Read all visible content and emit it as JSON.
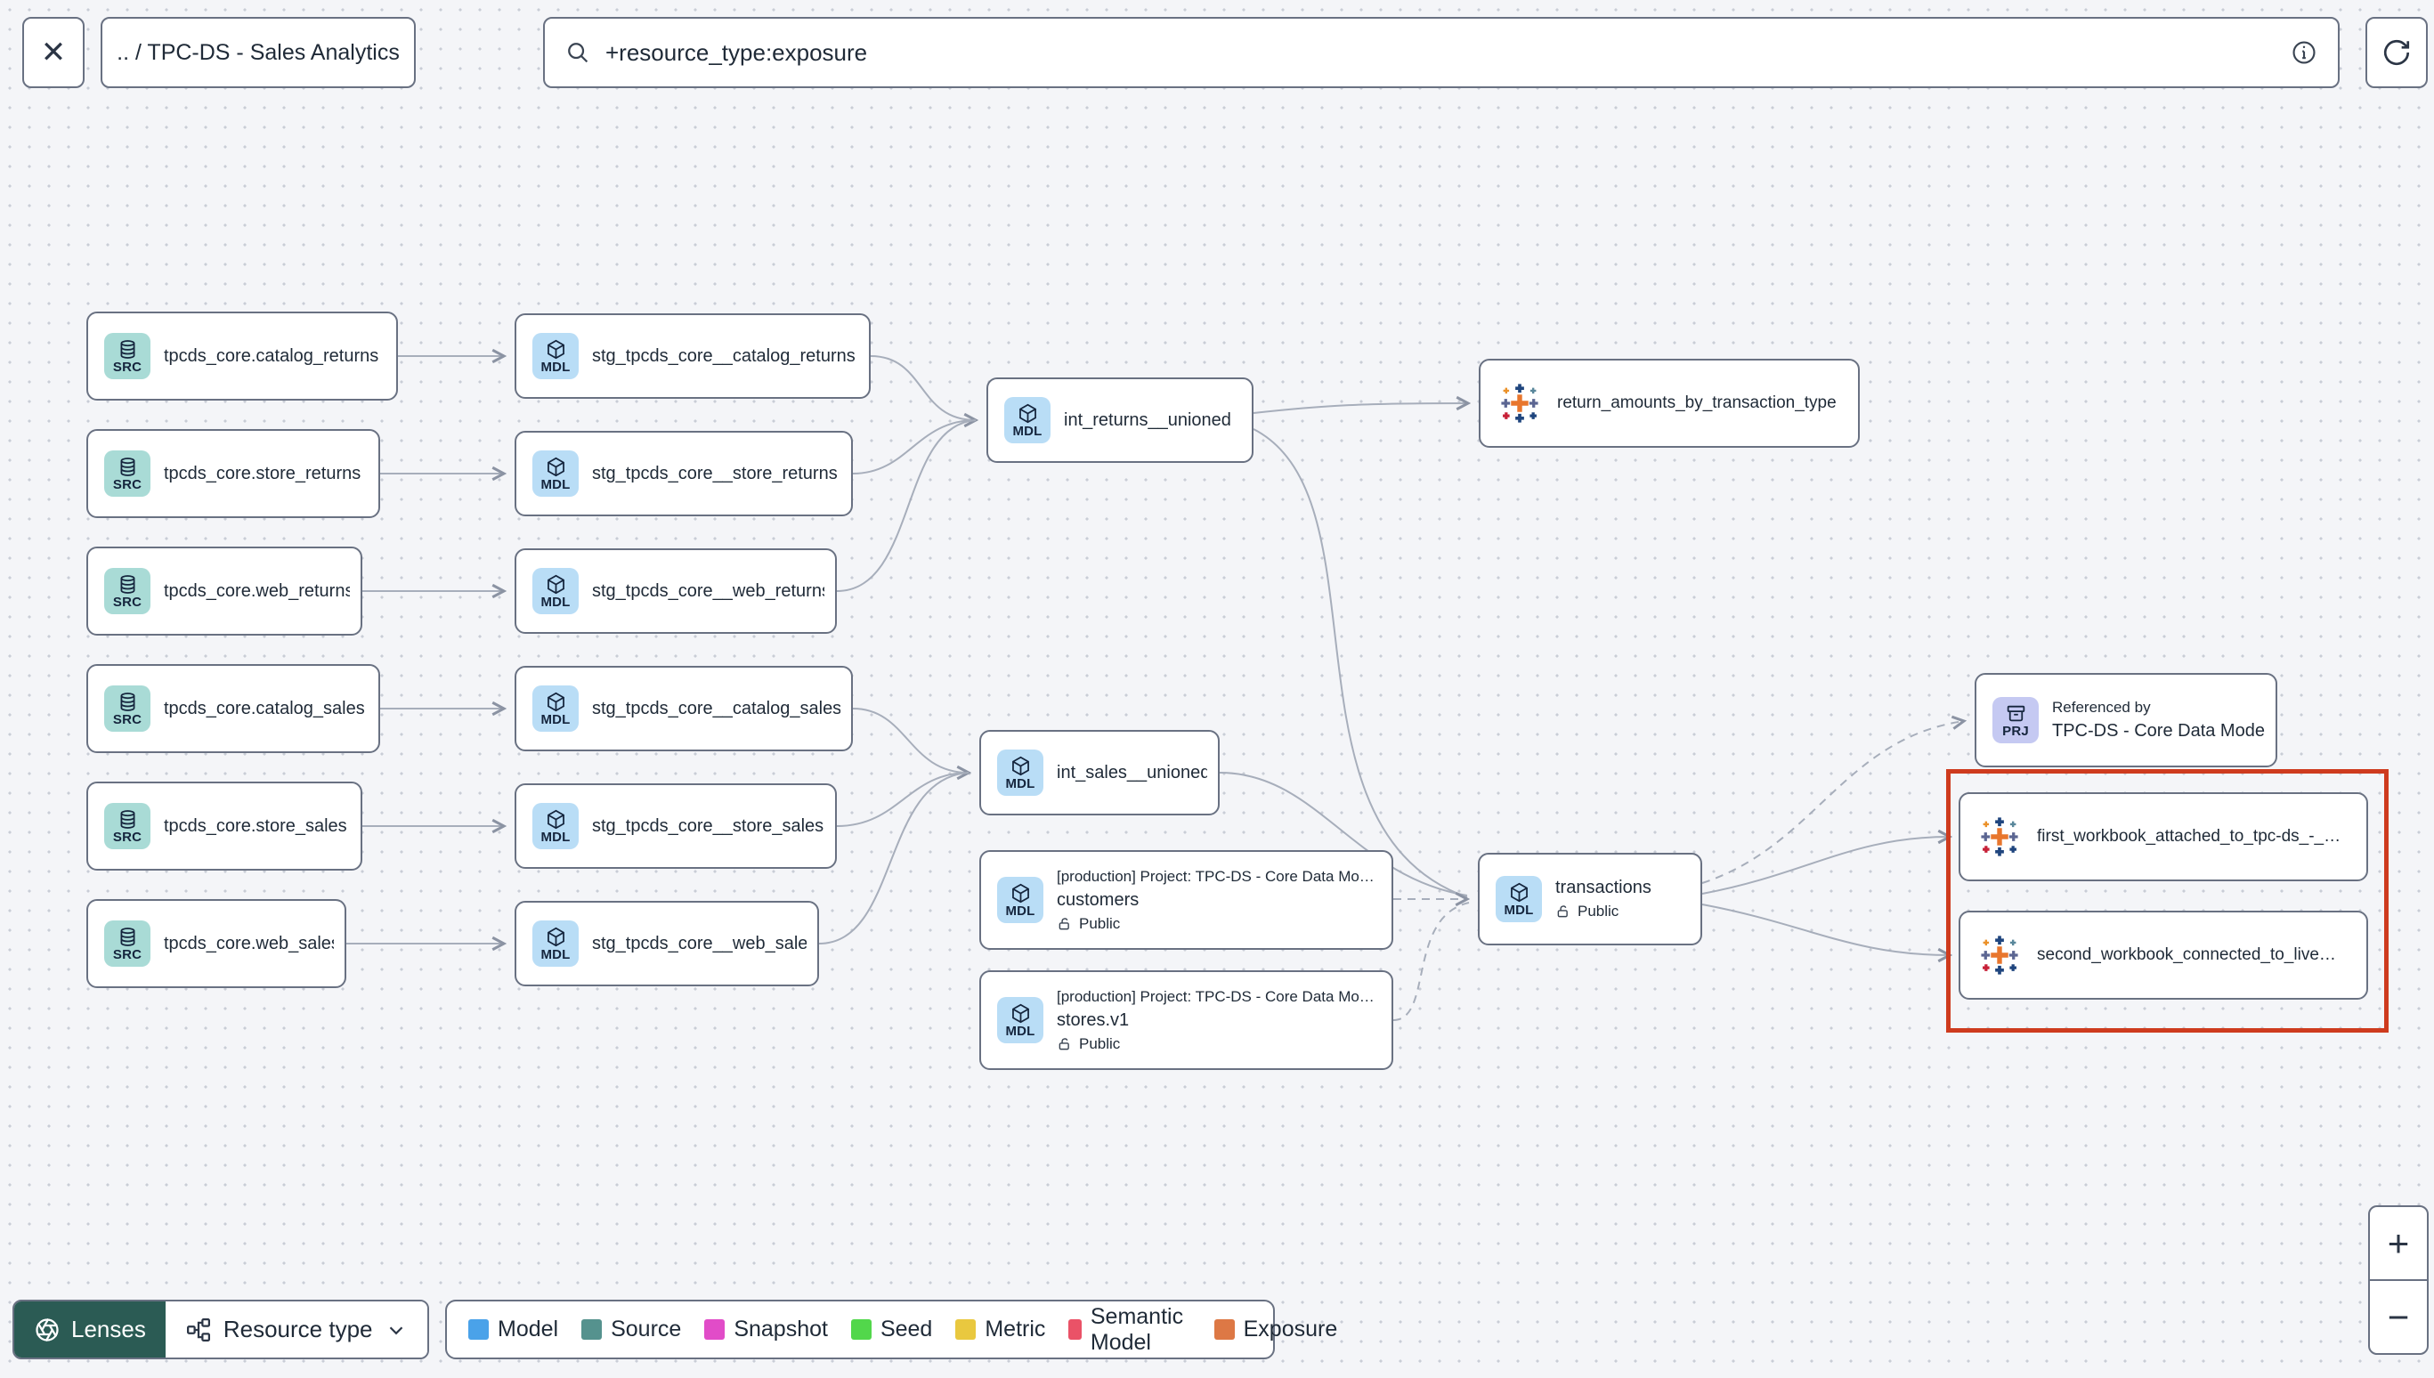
{
  "header": {
    "close_glyph": "✕",
    "breadcrumb": ".. / TPC-DS - Sales Analytics",
    "search": {
      "value": "+resource_type:exposure"
    }
  },
  "icons": {
    "close": "x-icon",
    "search": "search-icon",
    "info": "info-icon",
    "refresh": "refresh-icon",
    "source_badge": "database-icon",
    "model_badge": "cube-icon",
    "project_badge": "archive-icon",
    "exposure": "tableau-icon",
    "public": "open-lock-icon",
    "lenses": "aperture-icon",
    "resource_type": "network-icon",
    "dropdown": "chevron-down-icon"
  },
  "graph": {
    "sources": [
      {
        "badge": "SRC",
        "label": "tpcds_core.catalog_returns"
      },
      {
        "badge": "SRC",
        "label": "tpcds_core.store_returns"
      },
      {
        "badge": "SRC",
        "label": "tpcds_core.web_returns"
      },
      {
        "badge": "SRC",
        "label": "tpcds_core.catalog_sales"
      },
      {
        "badge": "SRC",
        "label": "tpcds_core.store_sales"
      },
      {
        "badge": "SRC",
        "label": "tpcds_core.web_sales"
      }
    ],
    "staging": [
      {
        "badge": "MDL",
        "label": "stg_tpcds_core__catalog_returns"
      },
      {
        "badge": "MDL",
        "label": "stg_tpcds_core__store_returns"
      },
      {
        "badge": "MDL",
        "label": "stg_tpcds_core__web_returns"
      },
      {
        "badge": "MDL",
        "label": "stg_tpcds_core__catalog_sales"
      },
      {
        "badge": "MDL",
        "label": "stg_tpcds_core__store_sales"
      },
      {
        "badge": "MDL",
        "label": "stg_tpcds_core__web_sales"
      }
    ],
    "int_returns": {
      "badge": "MDL",
      "label": "int_returns__unioned"
    },
    "int_sales": {
      "badge": "MDL",
      "label": "int_sales__unioned"
    },
    "customers": {
      "badge": "MDL",
      "project_line": "[production] Project: TPC-DS - Core Data Mo…",
      "label": "customers",
      "visibility": "Public"
    },
    "stores": {
      "badge": "MDL",
      "project_line": "[production] Project: TPC-DS - Core Data Mo…",
      "label": "stores.v1",
      "visibility": "Public"
    },
    "transactions": {
      "badge": "MDL",
      "label": "transactions",
      "visibility": "Public"
    },
    "return_amounts": {
      "label": "return_amounts_by_transaction_type"
    },
    "referenced_by": {
      "badge": "PRJ",
      "title": "Referenced by",
      "label": "TPC-DS - Core Data Models"
    },
    "first_workbook": {
      "label": "first_workbook_attached_to_tpc-ds_-_…"
    },
    "second_workbook": {
      "label": "second_workbook_connected_to_live…"
    }
  },
  "footer": {
    "lenses_label": "Lenses",
    "resource_type_label": "Resource type",
    "legend": [
      {
        "label": "Model",
        "color": "#4AA2E9"
      },
      {
        "label": "Source",
        "color": "#55928E"
      },
      {
        "label": "Snapshot",
        "color": "#E14CC8"
      },
      {
        "label": "Seed",
        "color": "#52D74B"
      },
      {
        "label": "Metric",
        "color": "#E9C83F"
      },
      {
        "label": "Semantic Model",
        "color": "#EA5267"
      },
      {
        "label": "Exposure",
        "color": "#DD7845"
      }
    ]
  },
  "zoom_controls": {
    "zoom_in": "+",
    "zoom_out": "−"
  },
  "colors": {
    "highlight_red": "#CE3B1E",
    "lenses_bg": "#2B5B54",
    "source_badge_bg": "#A9DBD6",
    "model_badge_bg": "#B9DDF6",
    "project_badge_bg": "#C5C9F2",
    "edge": "#A7AEBB"
  }
}
